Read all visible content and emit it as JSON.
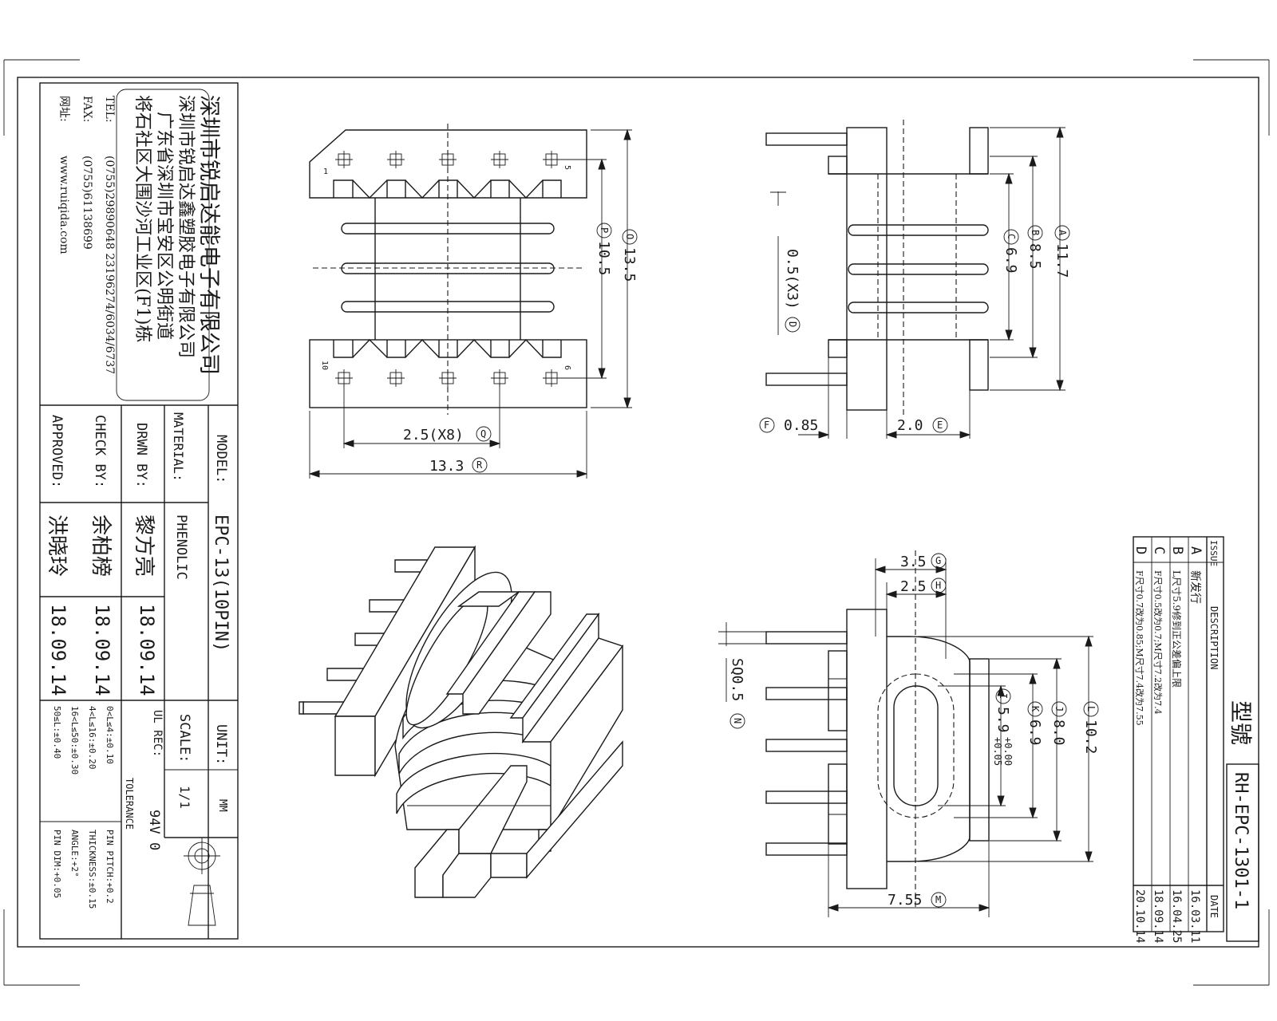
{
  "company": {
    "name": "深圳市锐启达能电子有限公司",
    "line2": "深圳市锐启达鑫塑胶电子有限公司",
    "line3": "广东省深圳市宝安区公明街道",
    "line4": "将石社区大围沙河工业区(F1)栋",
    "tel_label": "TEL:",
    "tel": "(0755)29890648  23196274/6034/6737",
    "fax_label": "FAX:",
    "fax": "(0755)61138699",
    "web_label": "网址:",
    "web": "www.ruiqida.com"
  },
  "titleblock": {
    "model_label": "MODEL:",
    "model": "EPC-13(10PIN)",
    "material_label": "MATERIAL:",
    "material": "PHENOLIC",
    "drwn_label": "DRWN BY:",
    "drwn_name": "黎方亮",
    "drwn_date": "18.09.14",
    "check_label": "CHECK BY:",
    "check_name": "余柏榜",
    "check_date": "18.09.14",
    "approved_label": "APPROVED:",
    "approved_name": "洪晓玲",
    "approved_date": "18.09.14",
    "unit_label": "UNIT:",
    "unit": "MM",
    "scale_label": "SCALE:",
    "scale": "1/1",
    "ul_label": "UL REC:",
    "ul": "94V 0",
    "tolerance_label": "TOLERANCE",
    "tol_lines": [
      "0<L≤4:±0.10",
      "4<L≤16:±0.20",
      "16<L≤50:±0.30",
      "50≤L:±0.40"
    ],
    "tol_lines2": [
      "PIN PITCH:+0.2",
      "THICKNESS:±0.15",
      "ANGLE:+2°",
      "PIN DIM:+0.05"
    ]
  },
  "revision": {
    "title": "型號",
    "part_no": "RH-EPC-1301-1",
    "headers": [
      "ISSUE",
      "DESCRIPTION",
      "DATE"
    ],
    "rows": [
      {
        "issue": "A",
        "desc": "新发行",
        "date": "16.03.11"
      },
      {
        "issue": "B",
        "desc": "L尺寸5.9修到正公差偏上限",
        "date": "16.04.25"
      },
      {
        "issue": "C",
        "desc": "F尺寸0.5改为0.7;M尺寸7.2改为7.4",
        "date": "18.09.14"
      },
      {
        "issue": "D",
        "desc": "F尺寸0.7改为0.85;M尺寸7.4改为7.55",
        "date": "20.10.14"
      }
    ]
  },
  "dimensions": {
    "O": "13.5",
    "P": "10.5",
    "Q": "2.5(X8)",
    "R": "13.3",
    "A": "11.7",
    "B": "8.5",
    "C": "6.9",
    "D": "0.5(X3)",
    "F": "0.85",
    "E": "2.0",
    "G": "3.5",
    "H": "2.5",
    "L": "10.2",
    "J": "8.0",
    "K": "6.9",
    "I": "5.9",
    "I_tol_hi": "+0.00",
    "I_tol_lo": "+0.05",
    "N": "SQ0.5",
    "M": "7.55"
  },
  "pin_labels": {
    "p1": "1",
    "p5": "5",
    "p6": "6",
    "p10": "10"
  }
}
